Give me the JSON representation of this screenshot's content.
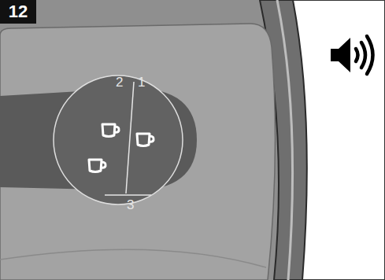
{
  "diagram": {
    "nodes": [
      {
        "text": [
          "12"
        ]
      }
    ],
    "labels": [
      "2",
      "1",
      "3"
    ]
  }
}
